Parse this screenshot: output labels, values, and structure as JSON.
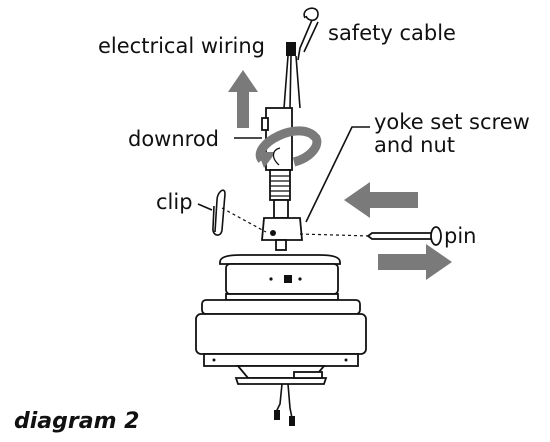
{
  "labels": {
    "safety_cable": "safety cable",
    "electrical_wiring": "electrical wiring",
    "downrod": "downrod",
    "yoke_set_screw_line1": "yoke set screw",
    "yoke_set_screw_line2": "and nut",
    "clip": "clip",
    "pin": "pin"
  },
  "caption": "diagram 2",
  "colors": {
    "arrow": "#7a7a7a",
    "outline": "#111111"
  }
}
